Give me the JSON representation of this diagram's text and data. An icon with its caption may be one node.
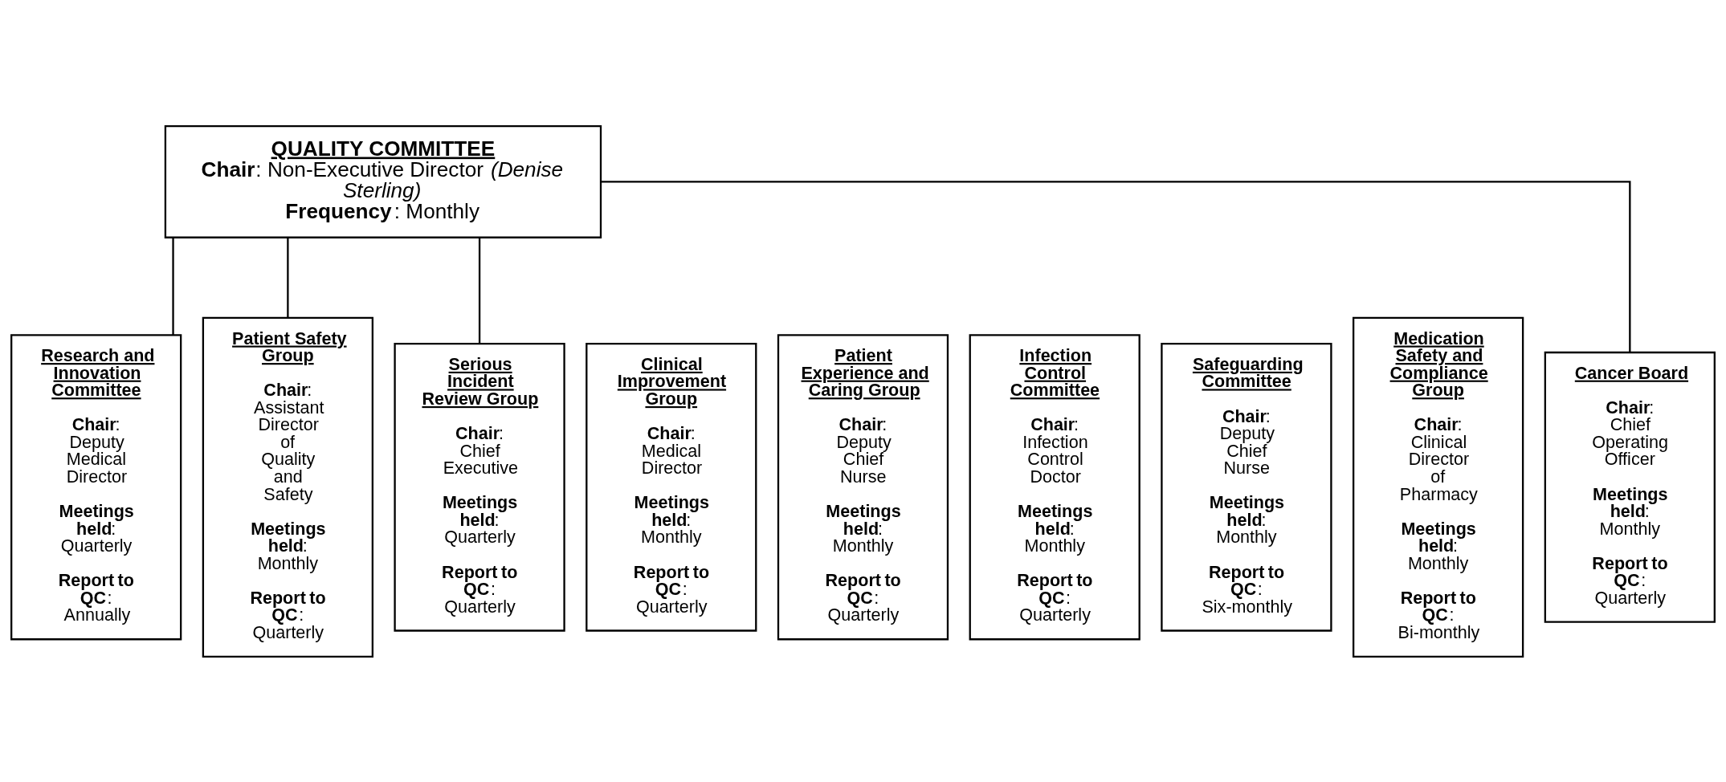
{
  "diagram": {
    "nodes": [
      {
        "text": [
          "QUALITY COMMITTEE",
          "**Chair**: Non-Executive Director *(Denise Sterling)*",
          "**Frequency**: Monthly"
        ]
      },
      {
        "text": [
          "Research and Innovation Committee",
          "**Chair**: Deputy Medical Director",
          "**Meetings held**: Quarterly",
          "**Report to QC**: Annually"
        ]
      },
      {
        "text": [
          "Patient Safety Group",
          "**Chair**: Assistant Director of Quality and Safety",
          "**Meetings held**: Monthly",
          "**Report to QC**: Quarterly"
        ]
      },
      {
        "text": [
          "Serious Incident Review Group",
          "**Chair**: Chief Executive",
          "**Meetings held**: Quarterly",
          "**Report to QC**: Quarterly"
        ]
      },
      {
        "text": [
          "Clinical Improvement Group",
          "**Chair**: Medical Director",
          "**Meetings held**: Monthly",
          "**Report to QC**: Quarterly"
        ]
      },
      {
        "text": [
          "Patient Experience and Caring Group",
          "**Chair**: Deputy Chief Nurse",
          "**Meetings held**: Monthly",
          "**Report to QC**: Quarterly"
        ]
      },
      {
        "text": [
          "Infection Control Committee",
          "**Chair**: Infection Control Doctor",
          "**Meetings held**: Monthly",
          "**Report to QC**: Quarterly"
        ]
      },
      {
        "text": [
          "Safeguarding Committee",
          "**Chair**: Deputy Chief Nurse",
          "**Meetings held**: Monthly",
          "**Report to QC**: Six-monthly"
        ]
      },
      {
        "text": [
          "Medication Safety and Compliance Group",
          "**Chair**: Clinical Director of Pharmacy",
          "**Meetings held**: Monthly",
          "**Report to QC**: Bi-monthly"
        ]
      },
      {
        "text": [
          "Cancer Board",
          "**Chair**: Chief Operating Officer",
          "**Meetings held**: Monthly",
          "**Report to QC**: Quarterly"
        ]
      }
    ],
    "edges": [
      {
        "from": 0,
        "to": 1,
        "arrow": "none"
      },
      {
        "from": 0,
        "to": 2,
        "arrow": "none"
      },
      {
        "from": 0,
        "to": 3,
        "arrow": "none"
      },
      {
        "from": 0,
        "to": 9,
        "arrow": "none"
      }
    ]
  }
}
